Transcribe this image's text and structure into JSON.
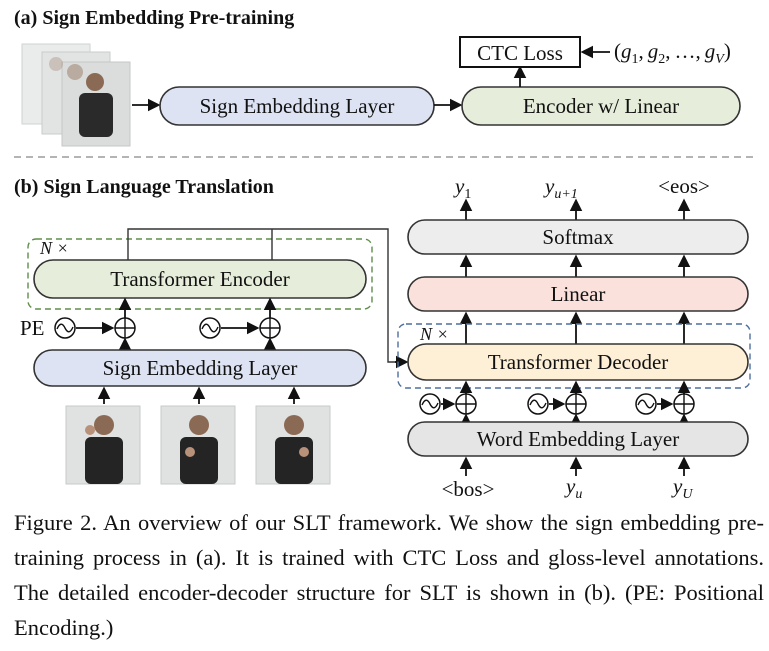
{
  "figure": {
    "panel_a": {
      "heading": "(a) Sign Embedding Pre-training",
      "sign_embedding_label": "Sign Embedding Layer",
      "encoder_label": "Encoder w/ Linear",
      "ctc_label": "CTC Loss",
      "gloss_sequence": {
        "open": "(",
        "g": "g",
        "sub1": "1",
        "sub2": "2",
        "subV": "V",
        "comma": ",",
        "ellipsis": "…",
        "close": ")"
      }
    },
    "panel_b": {
      "heading": "(b) Sign Language Translation",
      "encoder": {
        "repeat_label": "N ×",
        "encoder_label": "Transformer Encoder",
        "pe_label": "PE",
        "sign_embedding_label": "Sign Embedding Layer"
      },
      "decoder": {
        "repeat_label": "N ×",
        "decoder_label": "Transformer Decoder",
        "linear_label": "Linear",
        "softmax_label": "Softmax",
        "word_embedding_label": "Word Embedding Layer",
        "outputs": {
          "y1_base": "y",
          "y1_sub": "1",
          "yu1_base": "y",
          "yu1_sub": "u+1",
          "eos": "<eos>"
        },
        "inputs": {
          "bos": "<bos>",
          "yu_base": "y",
          "yu_sub": "u",
          "yU_base": "y",
          "yU_sub": "U"
        }
      }
    },
    "colors": {
      "sign_embedding_fill": "#dde3f3",
      "encoder_fill": "#e6eedb",
      "ctc_fill": "#ffffff",
      "decoder_fill": "#fdf0d7",
      "linear_fill": "#fbe1dc",
      "softmax_fill": "#ededed",
      "word_embedding_fill": "#e5e5e5",
      "encoder_dash": "#5f8f4a",
      "decoder_dash": "#4f6f9f"
    }
  },
  "caption": "Figure 2. An overview of our SLT framework. We show the sign embedding pre-training process in (a). It is trained with CTC Loss and gloss-level annotations. The detailed encoder-decoder structure for SLT is shown in (b). (PE: Positional Encoding.)"
}
